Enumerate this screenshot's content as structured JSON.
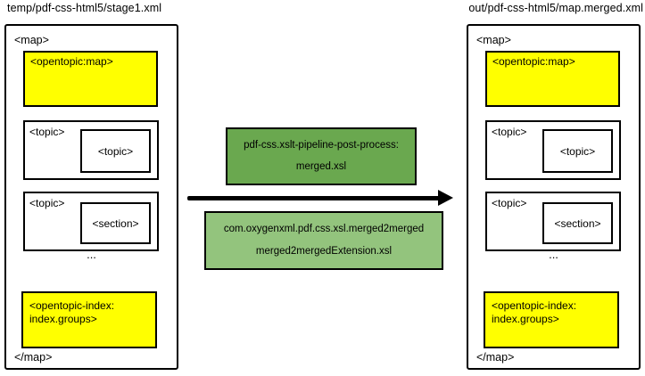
{
  "columns": {
    "left": {
      "title": "temp/pdf-css-html5/stage1.xml",
      "map_open_tag": "<map>",
      "map_close_tag": "</map>",
      "opentopic_map_label": "<opentopic:map>",
      "topics": [
        {
          "outer_label": "<topic>",
          "inner_label": "<topic>"
        },
        {
          "outer_label": "<topic>",
          "inner_label": "<section>"
        }
      ],
      "ellipsis": "...",
      "index_label_line1": "<opentopic-index:",
      "index_label_line2": "index.groups>"
    },
    "right": {
      "title": "out/pdf-css-html5/map.merged.xml",
      "map_open_tag": "<map>",
      "map_close_tag": "</map>",
      "opentopic_map_label": "<opentopic:map>",
      "topics": [
        {
          "outer_label": "<topic>",
          "inner_label": "<topic>"
        },
        {
          "outer_label": "<topic>",
          "inner_label": "<section>"
        }
      ],
      "ellipsis": "...",
      "index_label_line1": "<opentopic-index:",
      "index_label_line2": "index.groups>"
    }
  },
  "pipeline": {
    "arrow_direction": "left-to-right",
    "steps": [
      {
        "line1": "pdf-css.xslt-pipeline-post-process:",
        "line2": "merged.xsl",
        "fill": "#6aa84f"
      },
      {
        "line1": "com.oxygenxml.pdf.css.xsl.merged2merged",
        "line2": "merged2mergedExtension.xsl",
        "fill": "#93c47d"
      }
    ]
  },
  "colors": {
    "highlight_yellow": "#ffff00",
    "step1_green": "#6aa84f",
    "step2_green": "#93c47d",
    "border_black": "#000000",
    "background": "#ffffff"
  }
}
